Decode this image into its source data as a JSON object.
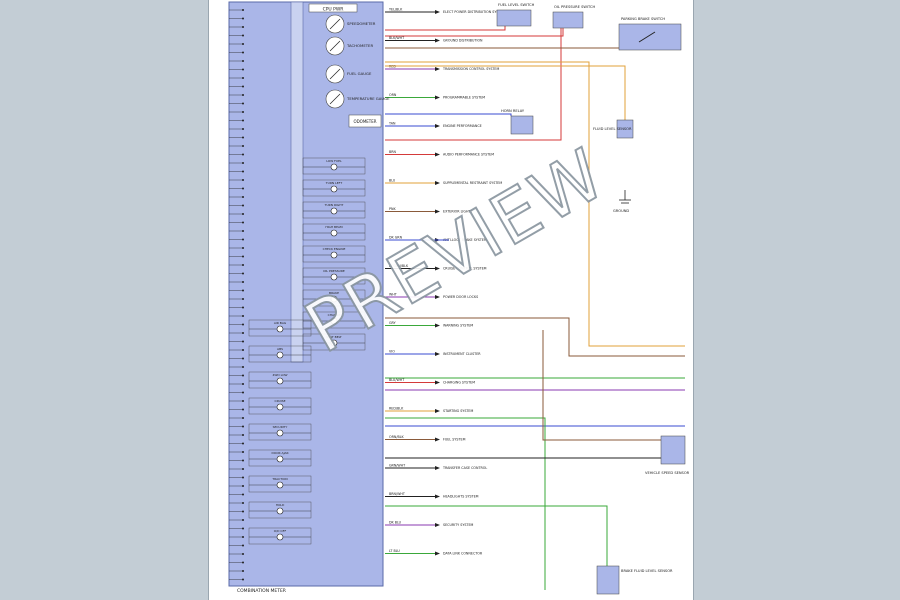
{
  "watermark": "PREVIEW",
  "colors": {
    "page_bg": "#c3cdd5",
    "module_fill": "#aab6e8",
    "wire_red": "#d43a3a",
    "wire_orange": "#e2a03a",
    "wire_blue": "#3a4bd0",
    "wire_green": "#3aa83a",
    "wire_brown": "#8a5a3a",
    "wire_purple": "#8a3ab0",
    "wire_black": "#222222"
  },
  "module": {
    "label": "COMBINATION METER",
    "top_box": "CPU PWR",
    "gauges": [
      "SPEEDOMETER",
      "TACHOMETER",
      "FUEL GAUGE",
      "TEMPERATURE GAUGE"
    ],
    "display": "ODOMETER",
    "indicators": [
      "LOW FUEL",
      "TURN LEFT",
      "TURN RIGHT",
      "HIGH BEAM",
      "CHECK ENGINE",
      "OIL PRESSURE",
      "BRAKE",
      "CHARGE",
      "SEAT BELT",
      "AIR BAG",
      "ABS",
      "4WD LOW",
      "CRUISE",
      "SECURITY",
      "DOOR AJAR",
      "TRACTION",
      "HOLD",
      "O/D OFF"
    ]
  },
  "wires": [
    {
      "label": "YEL/BLK",
      "text": "ELECT POWER DISTRIBUTION SYSTEM"
    },
    {
      "label": "BLK/WHT",
      "text": "GROUND DISTRIBUTION"
    },
    {
      "label": "RED",
      "text": "TRANSMISSION CONTROL SYSTEM"
    },
    {
      "label": "ORN",
      "text": "PROGRAMMABLE SYSTEM"
    },
    {
      "label": "TAN",
      "text": "ENGINE PERFORMANCE"
    },
    {
      "label": "BRN",
      "text": "AUDIO PERFORMANCE SYSTEM"
    },
    {
      "label": "BLU",
      "text": "SUPPLEMENTAL RESTRAINT SYSTEM"
    },
    {
      "label": "PNK",
      "text": "EXTERIOR LIGHTS"
    },
    {
      "label": "DK GRN",
      "text": "ANTI-LOCK BRAKE SYSTEM"
    },
    {
      "label": "LT GRN/BLK",
      "text": "CRUISE CONTROL SYSTEM"
    },
    {
      "label": "WHT",
      "text": "POWER DOOR LOCKS"
    },
    {
      "label": "GRY",
      "text": "WARNING SYSTEM"
    },
    {
      "label": "VIO",
      "text": "INSTRUMENT CLUSTER"
    },
    {
      "label": "BLU/WHT",
      "text": "CHARGING SYSTEM"
    },
    {
      "label": "RED/BLK",
      "text": "STARTING SYSTEM"
    },
    {
      "label": "ORN/BLK",
      "text": "FUEL SYSTEM"
    },
    {
      "label": "GRN/WHT",
      "text": "TRANSFER CASE CONTROL"
    },
    {
      "label": "BRN/WHT",
      "text": "HEADLIGHTS SYSTEM"
    },
    {
      "label": "DK BLU",
      "text": "SECURITY SYSTEM"
    },
    {
      "label": "LT BLU",
      "text": "DATA LINK CONNECTOR"
    }
  ],
  "components": {
    "sw1": "FUEL LEVEL SWITCH",
    "sw2": "OIL PRESSURE SWITCH",
    "sw3": "PARKING BRAKE SWITCH",
    "sw4": "FLUID LEVEL SENSOR",
    "relay": "HORN RELAY",
    "sensor1": "VEHICLE SPEED SENSOR",
    "sensor2": "BRAKE FLUID LEVEL SENSOR",
    "ground": "GROUND"
  }
}
